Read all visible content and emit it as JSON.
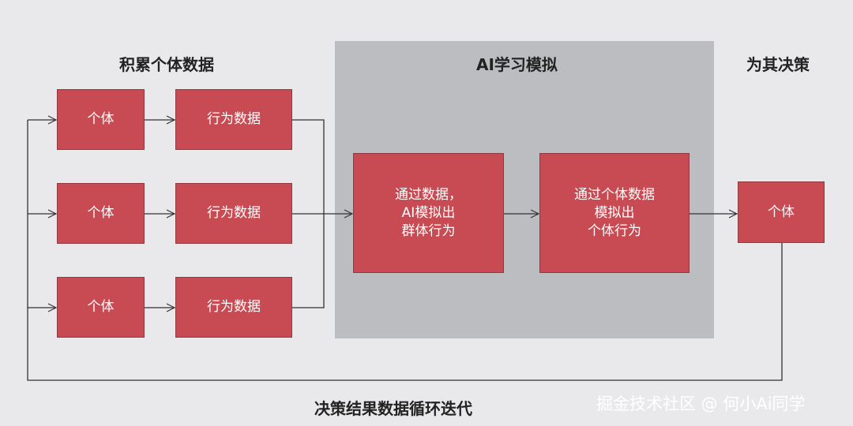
{
  "titles": {
    "collect": "积累个体数据",
    "ai": "AI学习模拟",
    "decide": "为其决策",
    "loop": "决策结果数据循环迭代"
  },
  "rows": [
    {
      "individual": "个体",
      "behavior": "行为数据"
    },
    {
      "individual": "个体",
      "behavior": "行为数据"
    },
    {
      "individual": "个体",
      "behavior": "行为数据"
    }
  ],
  "ai_boxes": {
    "group": [
      "通过数据，",
      "AI模拟出",
      "群体行为"
    ],
    "individual": [
      "通过个体数据",
      "模拟出",
      "个体行为"
    ]
  },
  "output": "个体",
  "watermark": "掘金技术社区 @ 何小Ai同学",
  "colors": {
    "node": "#c84a52",
    "panel": "#bcbdc0",
    "background": "#e9e9eb",
    "line": "#333333"
  }
}
